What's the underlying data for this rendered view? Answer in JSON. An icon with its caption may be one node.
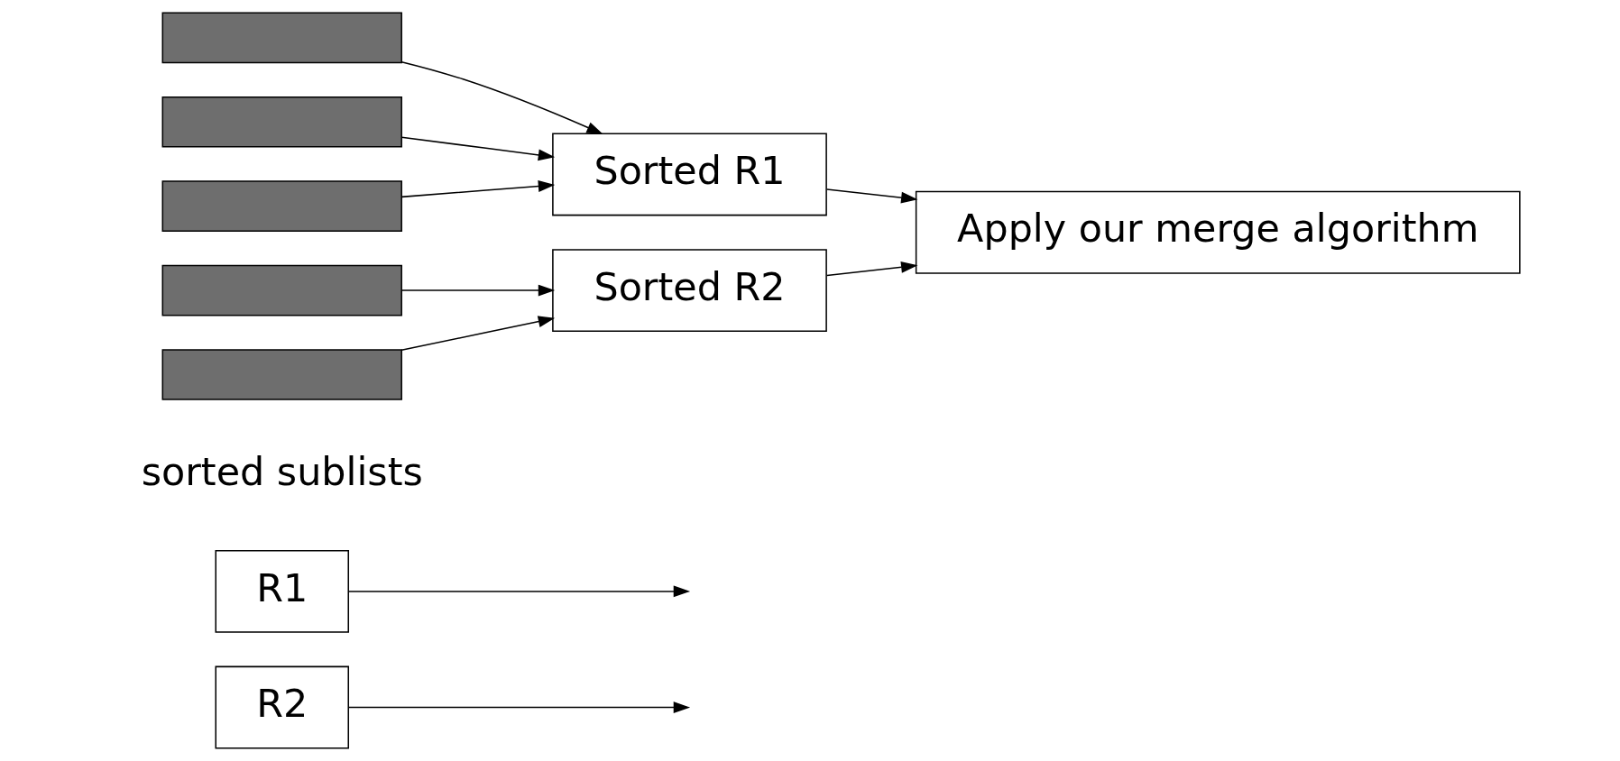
{
  "diagram": {
    "nodes": [
      {
        "text": [
          "R1"
        ]
      },
      {
        "text": [],
        "shape": "bar"
      },
      {
        "text": [],
        "shape": "bar"
      },
      {
        "text": [],
        "shape": "bar"
      },
      {
        "text": [
          "Sorted R1"
        ]
      },
      {
        "text": [
          "Apply our merge algorithm"
        ]
      },
      {
        "text": [
          "R2"
        ]
      },
      {
        "text": [],
        "shape": "bar"
      },
      {
        "text": [],
        "shape": "bar"
      },
      {
        "text": [
          "Sorted R2"
        ]
      }
    ],
    "edges": [
      {
        "from": 0,
        "to": null,
        "arrow": "to"
      },
      {
        "from": 1,
        "to": 4,
        "arrow": "to"
      },
      {
        "from": 2,
        "to": 4,
        "arrow": "to"
      },
      {
        "from": 3,
        "to": 4,
        "arrow": "to"
      },
      {
        "from": 4,
        "to": 5,
        "arrow": "to"
      },
      {
        "from": 6,
        "to": null,
        "arrow": "to"
      },
      {
        "from": 7,
        "to": 9,
        "arrow": "to"
      },
      {
        "from": 8,
        "to": 9,
        "arrow": "to"
      },
      {
        "from": 9,
        "to": 5,
        "arrow": "to"
      }
    ],
    "labels": [
      "sorted sublists"
    ]
  }
}
